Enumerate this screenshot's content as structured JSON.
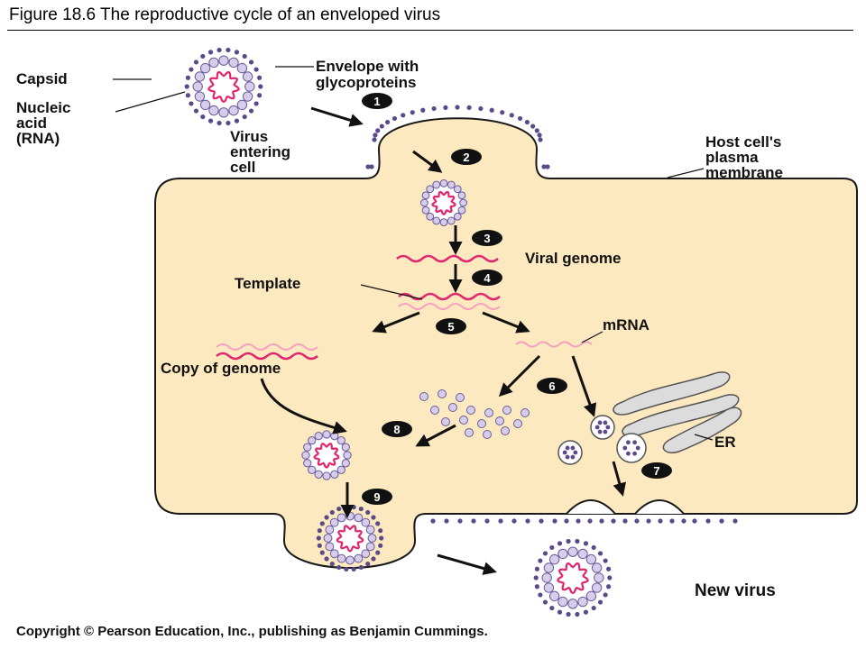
{
  "figure": {
    "title": "Figure 18.6  The reproductive cycle of an enveloped virus"
  },
  "labels": {
    "capsid": "Capsid",
    "envelope_line1": "Envelope with",
    "envelope_line2": "glycoproteins",
    "nucleic_line1": "Nucleic",
    "nucleic_line2": "acid",
    "nucleic_line3": "(RNA)",
    "virus_entering_line1": "Virus",
    "virus_entering_line2": "entering",
    "virus_entering_line3": "cell",
    "host_line1": "Host cell's",
    "host_line2": "plasma",
    "host_line3": "membrane",
    "viral_genome": "Viral genome",
    "template": "Template",
    "mrna": "mRNA",
    "copy_of_genome": "Copy of genome",
    "er": "ER",
    "new_virus": "New virus"
  },
  "steps": [
    "1",
    "2",
    "3",
    "4",
    "5",
    "6",
    "7",
    "8",
    "9"
  ],
  "copyright": "Copyright © Pearson Education, Inc., publishing as Benjamin Cummings.",
  "colors": {
    "cell": "#fde9bf",
    "membrane": "#1a1a1a",
    "capsid_fill": "#d6cdea",
    "capsid_stroke": "#6a5a9a",
    "glycoprotein": "#5a4a8a",
    "rna": "#e0266e",
    "mrna": "#f5a0c0",
    "er": "#dcdcdc"
  }
}
